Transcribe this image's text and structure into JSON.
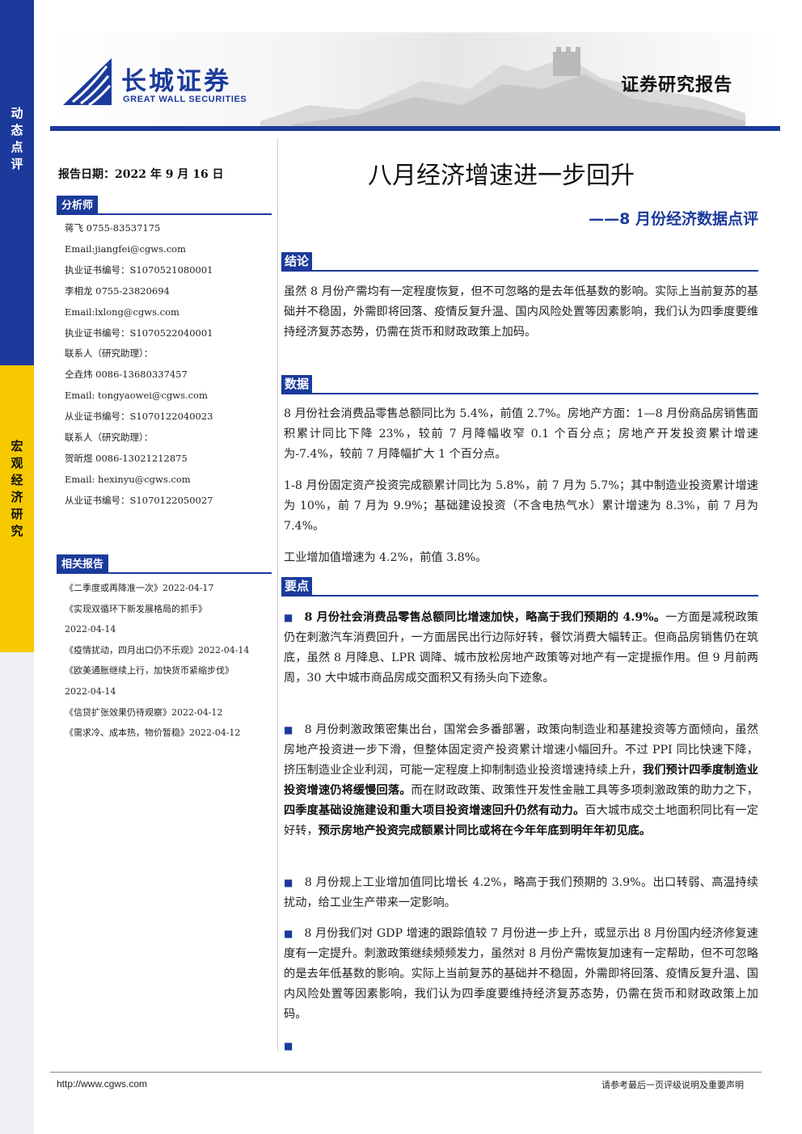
{
  "sidebar": {
    "top_label": [
      "动",
      "态",
      "点",
      "评"
    ],
    "bottom_label": [
      "宏",
      "观",
      "经",
      "济",
      "研",
      "究"
    ]
  },
  "header": {
    "logo_cn": "长城证券",
    "logo_en": "GREAT WALL SECURITIES",
    "report_type": "证券研究报告"
  },
  "report_date": "报告日期：2022 年 9 月 16 日",
  "analysts": {
    "label": "分析师",
    "lines": [
      "蒋飞    0755-83537175",
      "Email:jiangfei@cgws.com",
      "执业证书编号：S1070521080001",
      "李相龙  0755-23820694",
      "Email:lxlong@cgws.com",
      "执业证书编号：S1070522040001",
      "联系人（研究助理）：",
      "仝垚炜  0086-13680337457",
      "Email: tongyaowei@cgws.com",
      "从业证书编号：S1070122040023",
      "联系人（研究助理）：",
      "贺昕煜  0086-13021212875",
      "Email: hexinyu@cgws.com",
      "从业证书编号：S1070122050027"
    ]
  },
  "related": {
    "label": "相关报告",
    "lines": [
      "《二季度或再降准一次》2022-04-17",
      "《实现双循环下新发展格局的抓手》",
      "2022-04-14",
      "《疫情扰动，四月出口仍不乐观》2022-04-14",
      "《欧美通胀继续上行，加快货币紧缩步伐》",
      "2022-04-14",
      "《信贷扩张效果仍待观察》2022-04-12",
      "《需求冷、成本热，物价暂稳》2022-04-12"
    ]
  },
  "title": {
    "main": "八月经济增速进一步回升",
    "sub": "——8 月份经济数据点评"
  },
  "conclusion": {
    "label": "结论",
    "text": "虽然 8 月份产需均有一定程度恢复，但不可忽略的是去年低基数的影响。实际上当前复苏的基础并不稳固，外需即将回落、疫情反复升温、国内风险处置等因素影响，我们认为四季度要维持经济复苏态势，仍需在货币和财政政策上加码。"
  },
  "data_section": {
    "label": "数据",
    "p1": "8 月份社会消费品零售总额同比为 5.4%，前值 2.7%。房地产方面：1—8 月份商品房销售面积累计同比下降 23%，较前 7 月降幅收窄 0.1 个百分点；房地产开发投资累计增速为-7.4%，较前 7 月降幅扩大 1 个百分点。",
    "p2": "1-8 月份固定资产投资完成额累计同比为 5.8%，前 7 月为 5.7%；其中制造业投资累计增速为 10%，前 7 月为 9.9%；基础建设投资（不含电热气水）累计增速为 8.3%，前 7 月为 7.4%。",
    "p3": "工业增加值增速为 4.2%，前值 3.8%。"
  },
  "key_points": {
    "label": "要点",
    "bullet": "■",
    "b1_bold": "8 月份社会消费品零售总额同比增速加快，略高于我们预期的 4.9%。",
    "b1_text": "一方面是减税政策仍在刺激汽车消费回升，一方面居民出行边际好转，餐饮消费大幅转正。但商品房销售仍在筑底，虽然 8 月降息、LPR 调降、城市放松房地产政策等对地产有一定提振作用。但 9 月前两周，30 大中城市商品房成交面积又有扬头向下迹象。",
    "b2_text1": "8 月份刺激政策密集出台，国常会多番部署，政策向制造业和基建投资等方面倾向，虽然房地产投资进一步下滑，但整体固定资产投资累计增速小幅回升。不过 PPI 同比快速下降，挤压制造业企业利润，可能一定程度上抑制制造业投资增速持续上升，",
    "b2_bold1": "我们预计四季度制造业投资增速仍将缓慢回落。",
    "b2_text2": "而在财政政策、政策性开发性金融工具等多项刺激政策的助力之下，",
    "b2_bold2": "四季度基础设施建设和重大项目投资增速回升仍然有动力。",
    "b2_text3": "百大城市成交土地面积同比有一定好转，",
    "b2_bold3": "预示房地产投资完成额累计同比或将在今年年底到明年年初见底。",
    "b3_text": "8 月份规上工业增加值同比增长 4.2%，略高于我们预期的 3.9%。出口转弱、高温持续扰动，给工业生产带来一定影响。",
    "b4_text": "8 月份我们对 GDP 增速的跟踪值较 7 月份进一步上升，或显示出 8 月份国内经济修复速度有一定提升。刺激政策继续频频发力，虽然对 8 月份产需恢复加速有一定帮助，但不可忽略的是去年低基数的影响。实际上当前复苏的基础并不稳固，外需即将回落、疫情反复升温、国内风险处置等因素影响，我们认为四季度要维持经济复苏态势，仍需在货币和财政政策上加码。"
  },
  "footer": {
    "url": "http://www.cgws.com",
    "notice": "请参考最后一页评级说明及重要声明"
  },
  "colors": {
    "brand": "#1b3a9b",
    "accent": "#f7c900"
  }
}
